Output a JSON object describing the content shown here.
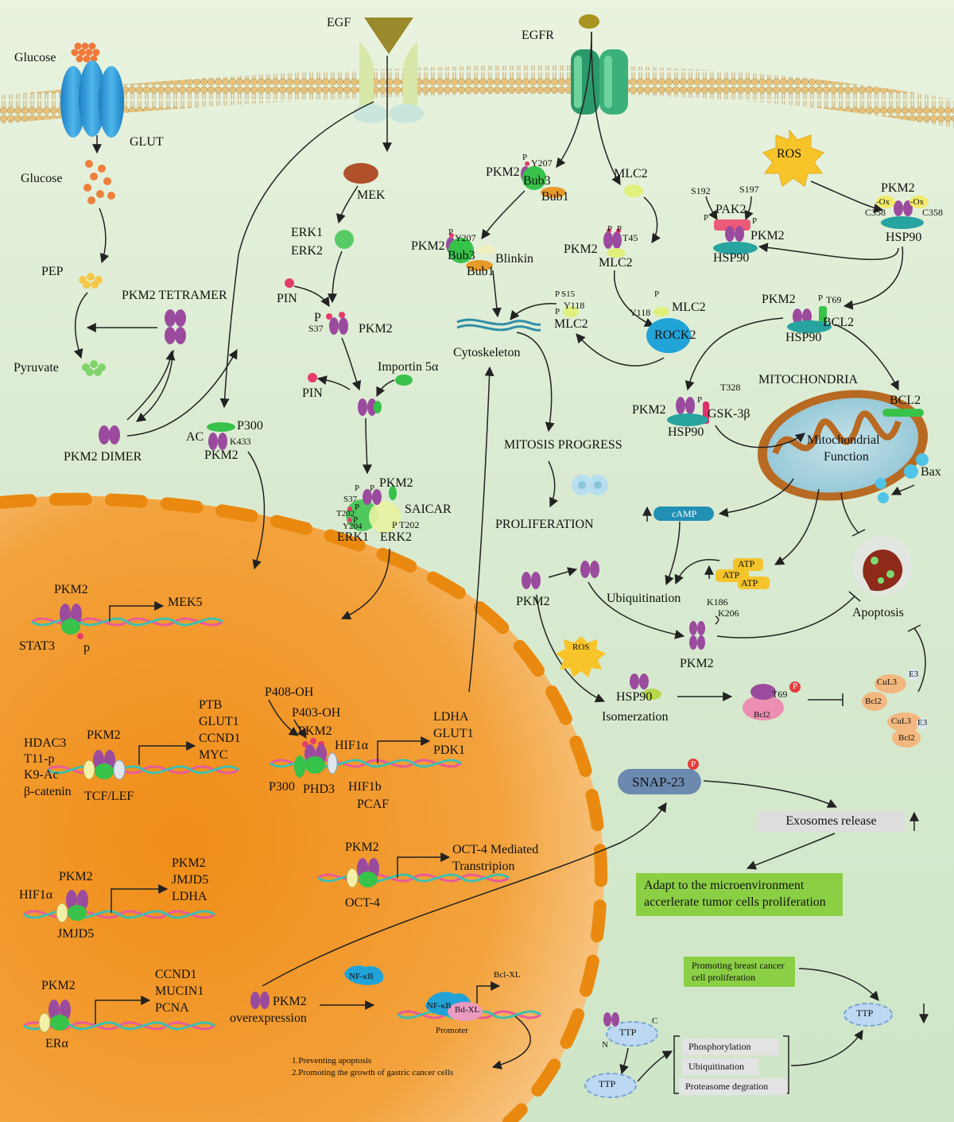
{
  "membrane": {
    "glucose_top": "Glucose",
    "glut": "GLUT",
    "glucose_inner": "Glucose",
    "egf": "EGF",
    "egfr": "EGFR"
  },
  "glycolysis": {
    "pep": "PEP",
    "pyruvate": "Pyruvate",
    "tetramer": "PKM2 TETRAMER",
    "dimer": "PKM2 DIMER"
  },
  "acetylation": {
    "ac": "AC",
    "p300": "P300",
    "k433": "K433",
    "pkm2": "PKM2"
  },
  "mek_pathway": {
    "mek": "MEK",
    "erk1": "ERK1",
    "erk2": "ERK2",
    "pin_1": "PIN",
    "p": "P",
    "s37": "S37",
    "pkm2": "PKM2",
    "pin_2": "PIN",
    "importin": "Importin 5α",
    "nuc_pkm2": "PKM2",
    "nuc_s37": "S37",
    "nuc_t202": "T202",
    "nuc_y204": "Y204",
    "nuc_p1": "P",
    "nuc_p2": "P",
    "nuc_p3": "P",
    "nuc_p4": "P",
    "nuc_pt202": "P T202",
    "saicar": "SAICAR",
    "nuc_erk1": "ERK1",
    "nuc_erk2": "ERK2"
  },
  "mitosis": {
    "pkm2_a": "PKM2",
    "p_a": "P",
    "y207_a": "Y207",
    "bub3_a": "Bub3",
    "bub1_a": "Bub1",
    "pkm2_b": "PKM2",
    "p_b": "P",
    "y207_b": "Y207",
    "bub3_b": "Bub3",
    "blinkin": "Blinkin",
    "bub1_b": "Bub1",
    "mlc2_top": "MLC2",
    "pkm2_c": "PKM2",
    "p_c1": "P",
    "p_c2": "P",
    "t45": "T45",
    "mlc2_c": "MLC2",
    "s15": "S15",
    "y118": "Y118",
    "p_s15": "P",
    "p_y118": "P",
    "mlc2_d": "MLC2",
    "cytoskeleton": "Cytoskeleton",
    "p_rock": "P",
    "y118_rock": "Y118",
    "mlc2_rock": "MLC2",
    "rock2": "ROCK2",
    "mitosis_progress": "MITOSIS PROGRESS",
    "proliferation": "PROLIFERATION"
  },
  "ros_pathway": {
    "ros": "ROS",
    "s192": "S192",
    "s197": "S197",
    "pak2": "PAK2",
    "p_left": "P",
    "p_right": "P",
    "pkm2_pak": "PKM2",
    "hsp90_pak": "HSP90",
    "pkm2_ox": "PKM2",
    "ox1": "-Ox",
    "ox2": "-Ox",
    "c358_l": "C358",
    "c358_r": "C358",
    "hsp90_ox": "HSP90",
    "pkm2_bcl": "PKM2",
    "p_bcl": "P",
    "t69": "T69",
    "bcl2": "BCL2",
    "hsp90_bcl": "HSP90"
  },
  "mitochondria": {
    "title": "MITOCHONDRIA",
    "pkm2": "PKM2",
    "p": "P",
    "t328": "T328",
    "gsk": "GSK-3β",
    "hsp90": "HSP90",
    "bcl2": "BCL2",
    "func_1": "Mitochondrial",
    "func_2": "Function",
    "bax": "Bax",
    "camp": "cAMP",
    "atp_1": "ATP",
    "atp_2": "ATP",
    "atp_3": "ATP",
    "ubiquitination": "Ubiquitination",
    "apoptosis": "Apoptosis",
    "pkm2_left": "PKM2",
    "k186": "K186",
    "k206": "K206",
    "pkm2_lower": "PKM2",
    "ros": "ROS",
    "hsp90_iso": "HSP90",
    "isomerization": "Isomerzation",
    "t69": "T69",
    "p_t69": "P",
    "bcl2_small": "Bcl2",
    "cul3_1": "CuL3",
    "e3_1": "E3",
    "bcl2_1": "Bcl2",
    "cul3_2": "CuL3",
    "e3_2": "E3",
    "bcl2_2": "Bcl2"
  },
  "exosome": {
    "snap23": "SNAP-23",
    "p": "P",
    "release": "Exosomes release",
    "adapt_1": "Adapt to the microenvironment",
    "adapt_2": "accerlerate tumor cells proliferation"
  },
  "ttp": {
    "promoting_1": "Promoting breast cancer",
    "promoting_2": "cell proliferation",
    "ttp_right": "TTP",
    "ttp_1": "TTP",
    "c": "C",
    "n": "N",
    "ttp_2": "TTP",
    "phosphorylation": "Phosphorylation",
    "ubiquitination": "Ubiquitination",
    "proteasome": "Proteasome degration"
  },
  "nucleus": {
    "g1_pkm2": "PKM2",
    "g1_target": "MEK5",
    "g1_stat3": "STAT3",
    "g1_p": "p",
    "g2_hdac3": "HDAC3",
    "g2_t11": "T11-p",
    "g2_k9": "K9-Ac",
    "g2_beta": "β-catenin",
    "g2_pkm2": "PKM2",
    "g2_tcf": "TCF/LEF",
    "g2_t1": "PTB",
    "g2_t2": "GLUT1",
    "g2_t3": "CCND1",
    "g2_t4": "MYC",
    "g3_p408": "P408-OH",
    "g3_p403": "P403-OH",
    "g3_pkm2": "PKM2",
    "g3_hif1a": "HIF1α",
    "g3_p300": "P300",
    "g3_phd3": "PHD3",
    "g3_hif1b": "HIF1b",
    "g3_pcaf": "PCAF",
    "g3_t1": "LDHA",
    "g3_t2": "GLUT1",
    "g3_t3": "PDK1",
    "g4_pkm2": "PKM2",
    "g4_oct4": "OCT-4",
    "g4_t1": "OCT-4 Mediated",
    "g4_t2": "Transtripion",
    "g5_pkm2": "PKM2",
    "g5_hif1a": "HIF1α",
    "g5_jmjd5": "JMJD5",
    "g5_t1": "PKM2",
    "g5_t2": "JMJD5",
    "g5_t3": "LDHA",
    "g6_pkm2": "PKM2",
    "g6_era": "ERα",
    "g6_t1": "CCND1",
    "g6_t2": "MUCIN1",
    "g6_t3": "PCNA",
    "over_1": "PKM2",
    "over_2": "overexpression",
    "nfkb": "NF-κB",
    "nfkb_2": "NF-κB",
    "bdxl": "Bd-XL",
    "bclxl": "Bcl-XL",
    "promoter": "Promoter",
    "outcome_1": "1.Preventing apoptosis",
    "outcome_2": "2.Promoting the growth of gastric cancer cells"
  },
  "colors": {
    "nucleus": "#f29a2e",
    "pkm2": "#9b4b9e",
    "green_protein": "#37c24a",
    "membrane": "#e8c98a",
    "glut": "#2b93d1"
  }
}
